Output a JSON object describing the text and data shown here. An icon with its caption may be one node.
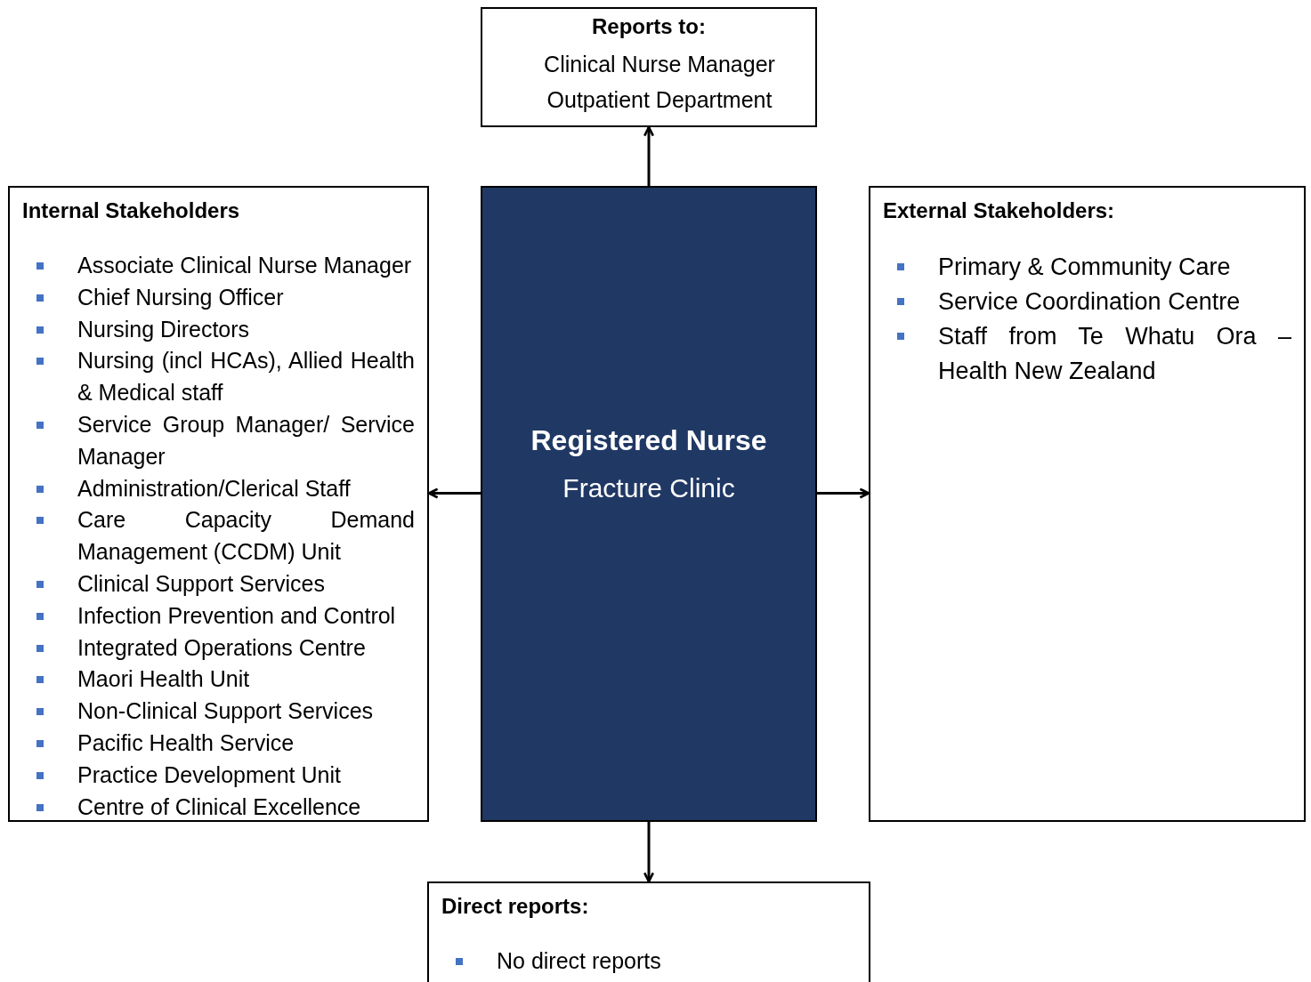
{
  "diagram": {
    "nodes": [
      {
        "text": [
          "Reports to:",
          "Clinical Nurse Manager Outpatient Department"
        ]
      },
      {
        "text": [
          "Internal Stakeholders",
          "Associate Clinical Nurse Manager",
          "Chief Nursing Officer",
          "Nursing Directors",
          "Nursing (incl HCAs), Allied Health & Medical staff",
          "Service Group Manager/ Service Manager",
          "Administration/Clerical Staff",
          "Care Capacity Demand Management (CCDM) Unit",
          "Clinical Support Services",
          "Infection Prevention and Control",
          "Integrated Operations Centre",
          "Maori Health Unit",
          "Non-Clinical Support Services",
          "Pacific Health Service",
          "Practice Development Unit",
          "Centre of Clinical Excellence"
        ]
      },
      {
        "text": [
          "Registered Nurse",
          "Fracture Clinic"
        ]
      },
      {
        "text": [
          "External Stakeholders:",
          "Primary & Community Care",
          "Service Coordination Centre",
          "Staff from Te Whatu Ora – Health New Zealand"
        ]
      },
      {
        "text": [
          "Direct reports:",
          "No direct reports"
        ]
      }
    ],
    "edges": [
      {
        "from": 2,
        "to": 0,
        "arrow": "to"
      },
      {
        "from": 2,
        "to": 1,
        "arrow": "to"
      },
      {
        "from": 2,
        "to": 3,
        "arrow": "to"
      },
      {
        "from": 2,
        "to": 4,
        "arrow": "to"
      }
    ]
  }
}
